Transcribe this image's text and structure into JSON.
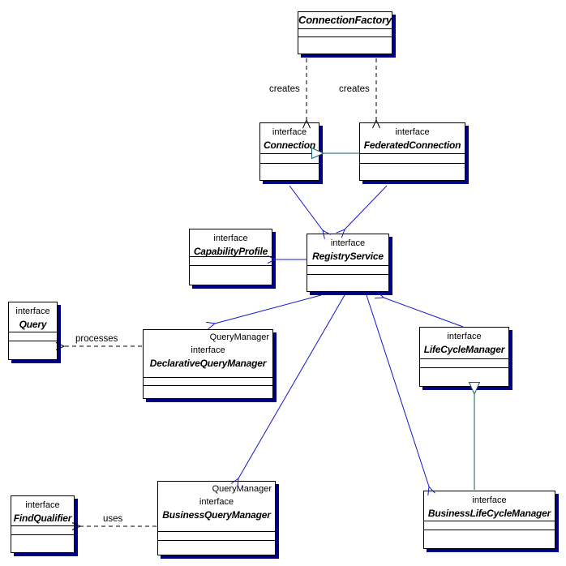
{
  "colors": {
    "association_blue": "#1414cf",
    "generalization_teal": "#136060",
    "box_shadow_navy": "#000082",
    "box_border": "#000000",
    "dependency_black": "#000000"
  },
  "diagram": {
    "nodes": {
      "connection_factory": {
        "name": "ConnectionFactory"
      },
      "connection": {
        "stereotype": "interface",
        "name": "Connection"
      },
      "federated_connection": {
        "stereotype": "interface",
        "name": "FederatedConnection"
      },
      "capability_profile": {
        "stereotype": "interface",
        "name": "CapabilityProfile"
      },
      "registry_service": {
        "stereotype": "interface",
        "name": "RegistryService"
      },
      "query": {
        "stereotype": "interface",
        "name": "Query"
      },
      "declarative_query_manager": {
        "context": "QueryManager",
        "stereotype": "interface",
        "name": "DeclarativeQueryManager"
      },
      "life_cycle_manager": {
        "stereotype": "interface",
        "name": "LifeCycleManager"
      },
      "find_qualifier": {
        "stereotype": "interface",
        "name": "FindQualifier"
      },
      "business_query_manager": {
        "context": "QueryManager",
        "stereotype": "interface",
        "name": "BusinessQueryManager"
      },
      "business_life_cycle_manager": {
        "stereotype": "interface",
        "name": "BusinessLifeCycleManager"
      }
    },
    "edge_labels": {
      "creates_left": "creates",
      "creates_right": "creates",
      "processes": "processes",
      "uses": "uses"
    }
  }
}
